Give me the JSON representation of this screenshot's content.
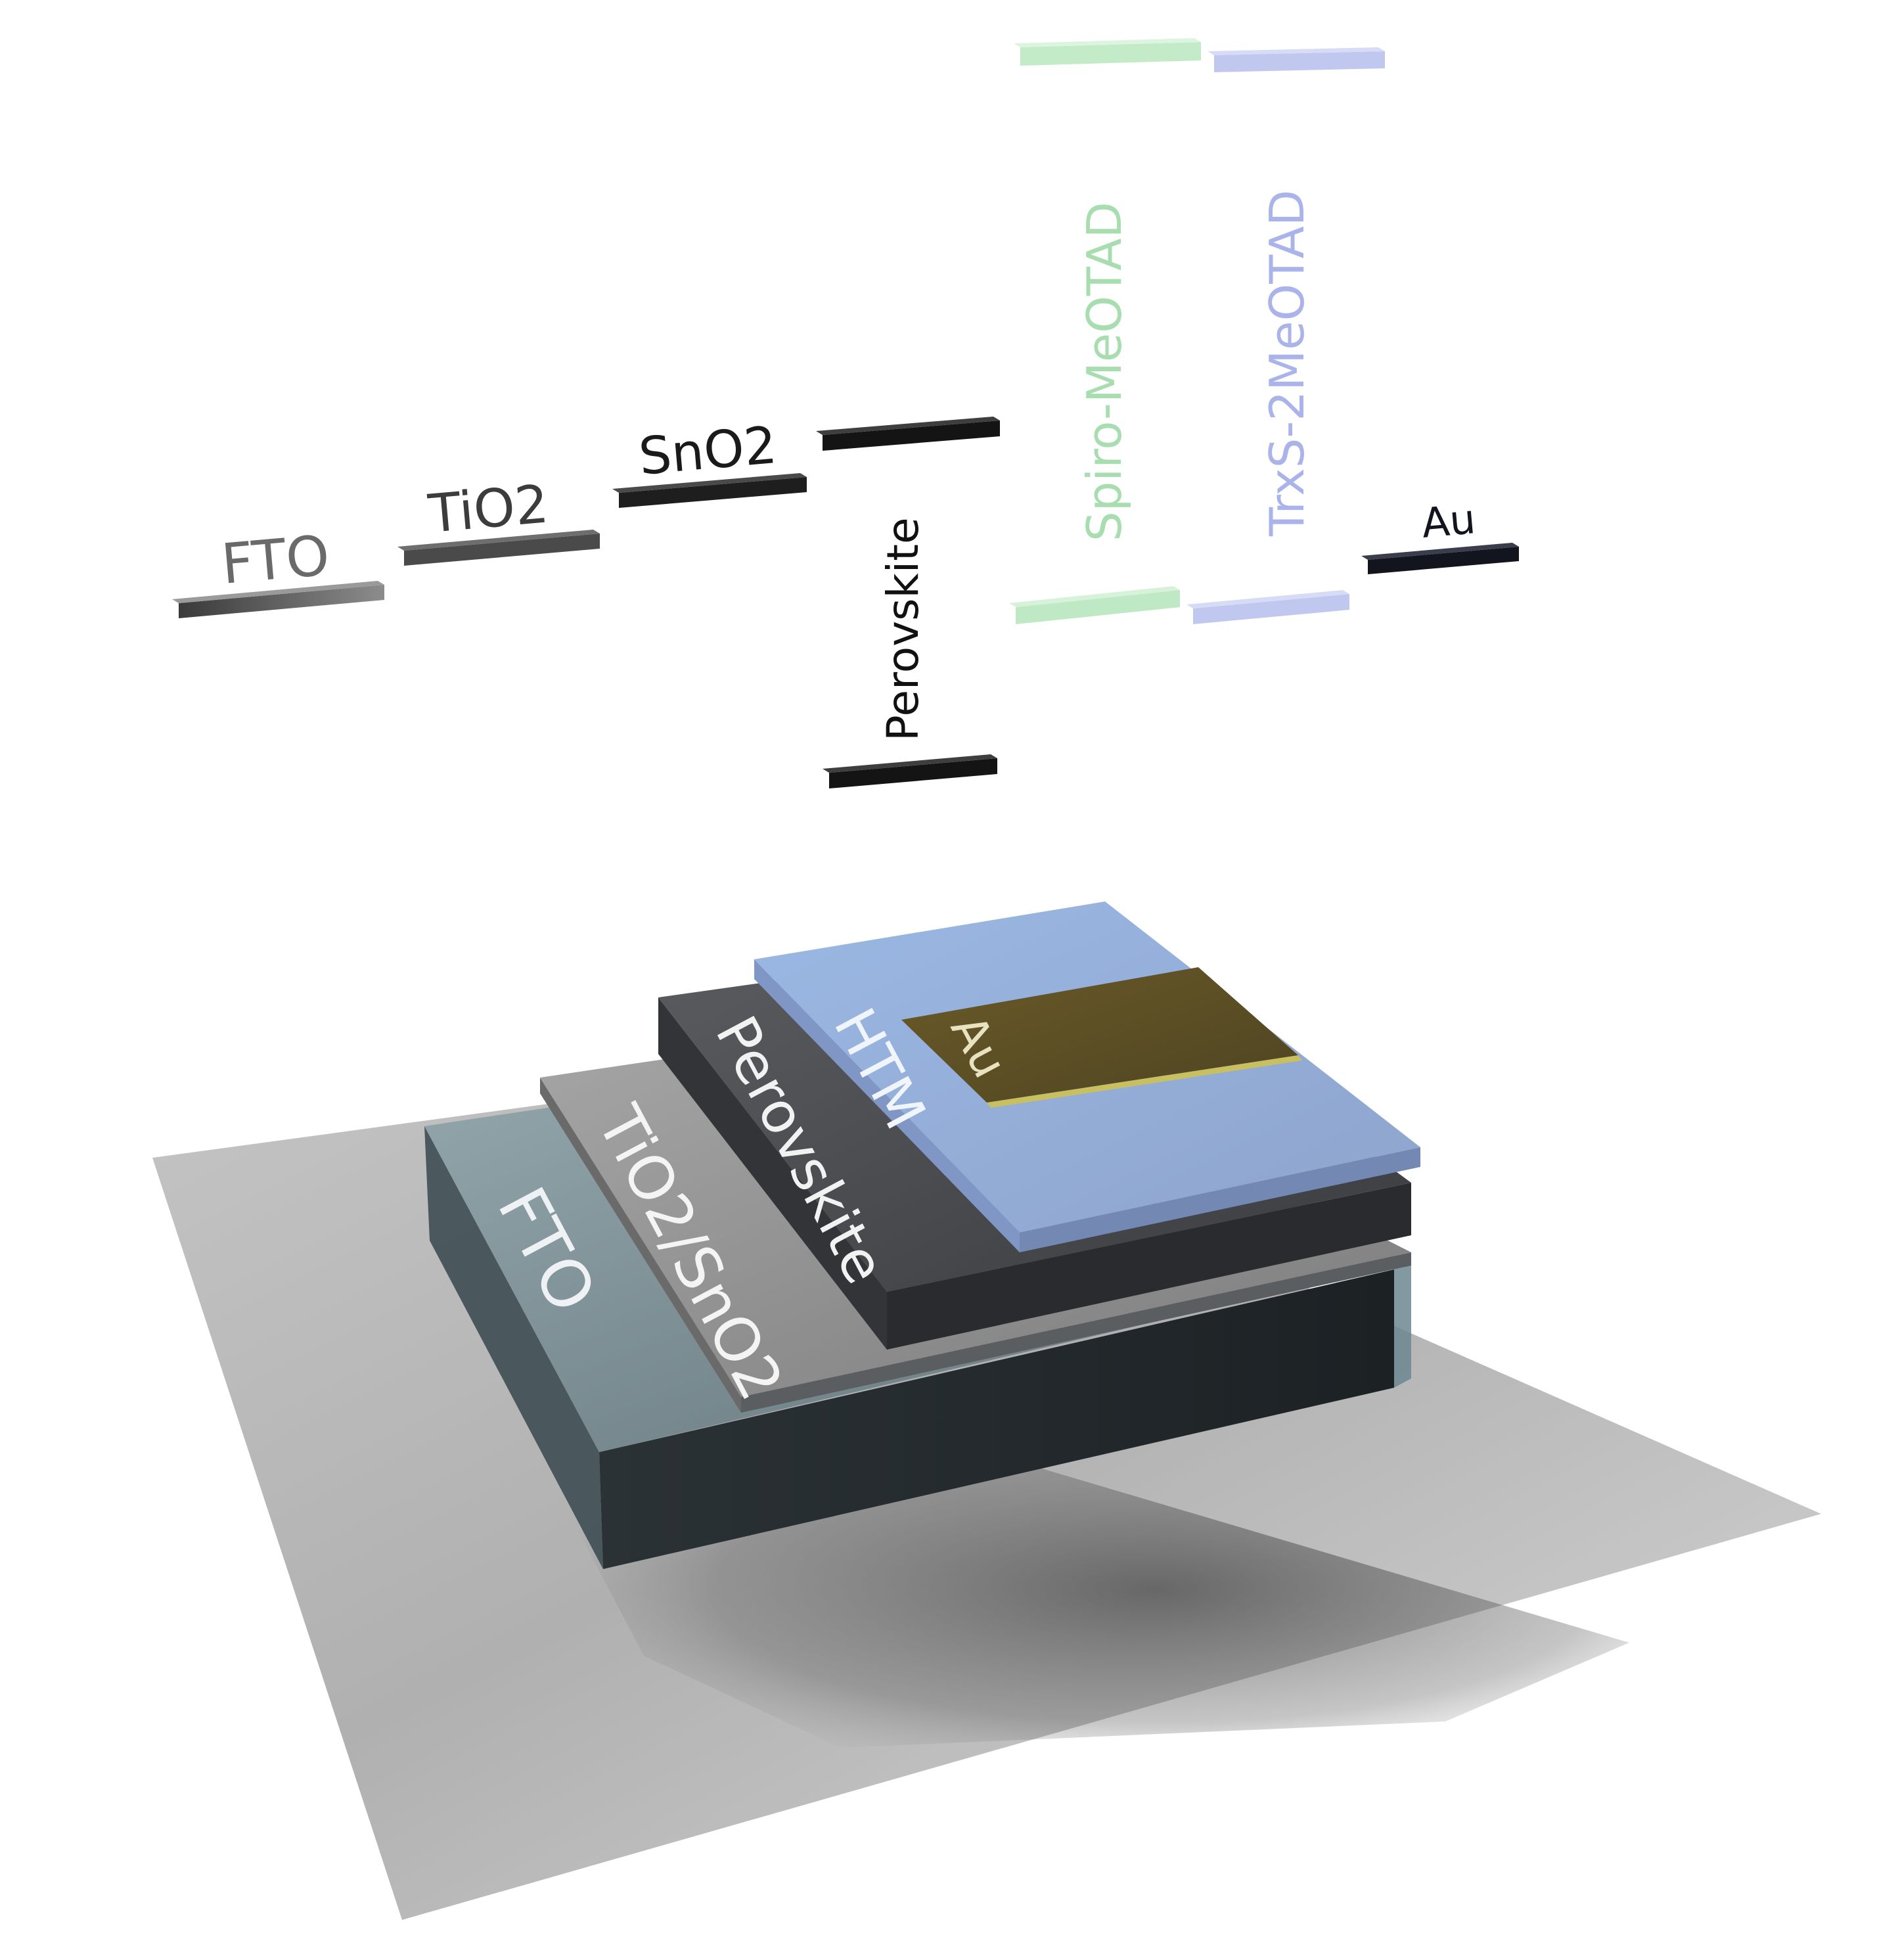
{
  "energy_levels": {
    "fto": {
      "label": "FTO",
      "color": "#6a6a6a"
    },
    "tio2": {
      "label": "TiO2",
      "color": "#3c3c3c"
    },
    "sno2": {
      "label": "SnO2",
      "color": "#1a1a1a"
    },
    "perovskite": {
      "label": "Perovskite",
      "color": "#111111"
    },
    "spiro": {
      "label": "Spiro-MeOTAD",
      "color": "#a8ddb0"
    },
    "trxs": {
      "label": "TrxS-2MeOTAD",
      "color": "#aab4ea"
    },
    "au": {
      "label": "Au",
      "color": "#12141e"
    }
  },
  "device": {
    "fto": {
      "label": "FTO"
    },
    "etl": {
      "label": "TiO2/SnO2"
    },
    "perovskite": {
      "label": "Perovskite"
    },
    "htm": {
      "label": "HTM"
    },
    "au": {
      "label": "Au"
    }
  }
}
